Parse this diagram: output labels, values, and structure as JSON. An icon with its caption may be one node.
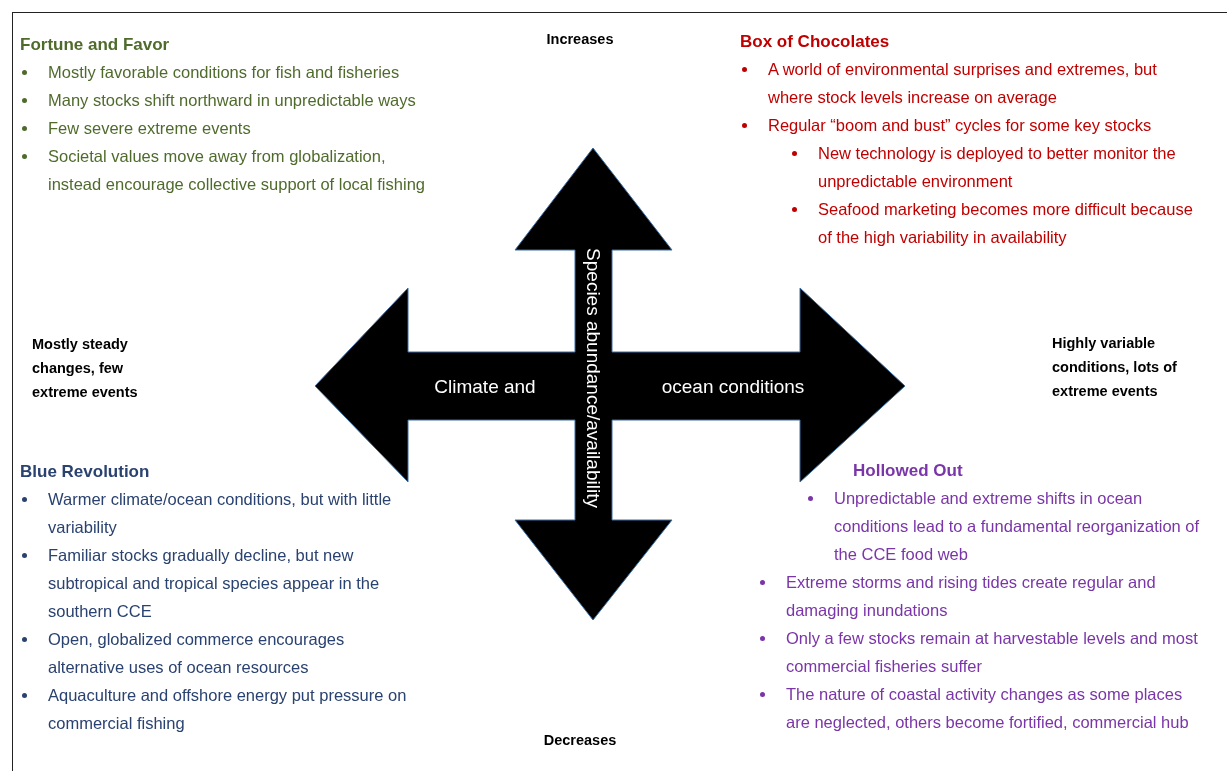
{
  "diagram": {
    "nodes": [
      {
        "text": [
          "Climate and",
          "Species abundance/availability",
          "ocean conditions"
        ]
      }
    ],
    "labels": [
      "Increases",
      "Fortune and Favor",
      "Mostly favorable conditions for fish and fisheries",
      "Many stocks shift northward in unpredictable ways",
      "Few severe extreme events",
      "Societal values move away from globalization, instead encourage collective support of local fishing",
      "Box of Chocolates",
      "A world of environmental surprises and extremes, but where stock levels increase on average",
      "Regular “boom and bust” cycles for some key stocks",
      "New technology is deployed to better monitor the unpredictable environment",
      "Seafood marketing becomes more difficult because of the high variability in availability",
      "Mostly steady changes, few extreme events",
      "Highly variable conditions, lots of extreme events",
      "Blue Revolution",
      "Warmer climate/ocean conditions, but with little variability",
      "Familiar stocks gradually decline, but new subtropical and tropical species appear in the southern CCE",
      "Open, globalized commerce encourages alternative uses of ocean resources",
      "Aquaculture and offshore energy put pressure on commercial fishing",
      "Hollowed Out",
      "Unpredictable and extreme shifts in ocean conditions lead to a fundamental reorganization of the CCE food web",
      "Extreme storms and rising tides create regular and damaging inundations",
      "Only a few stocks remain at harvestable levels and most commercial fisheries suffer",
      "The nature of coastal activity changes as some places are neglected, others become fortified, commercial hub",
      "Decreases"
    ]
  }
}
